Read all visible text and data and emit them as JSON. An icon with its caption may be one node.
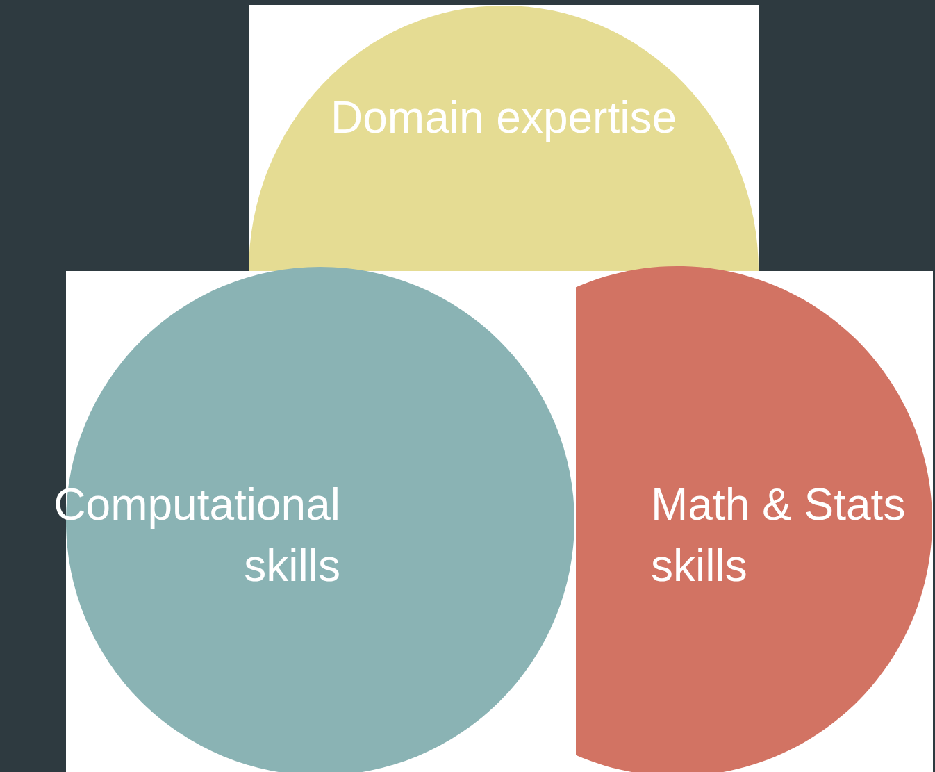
{
  "diagram": {
    "nodes": [
      {
        "text": [
          "Domain expertise"
        ]
      },
      {
        "text": [
          "Computational skills"
        ]
      },
      {
        "text": [
          "Math & Stats skills"
        ]
      }
    ]
  }
}
